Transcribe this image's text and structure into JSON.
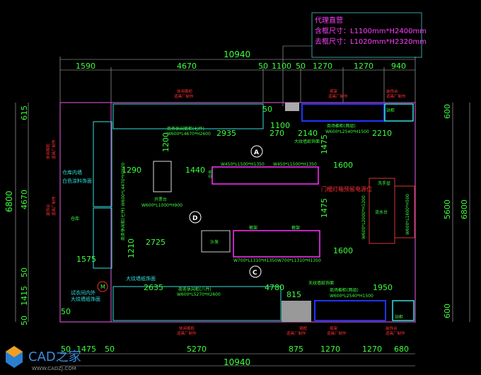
{
  "title_box": {
    "line1": "代理直营",
    "line2": "含框尺寸：L1100mm*H2400mm",
    "line3": "去框尺寸：L1020mm*H2320mm"
  },
  "top_dims": {
    "total": "10940",
    "segments": [
      "1590",
      "4670",
      "50",
      "1100",
      "50",
      "1270",
      "1270",
      "940"
    ]
  },
  "bottom_dims": {
    "total": "10940",
    "segments": [
      "50",
      "1475",
      "50",
      "5270",
      "875",
      "1270",
      "1270",
      "680"
    ]
  },
  "left_dims": {
    "total": "6800",
    "segments": [
      "615",
      "4670",
      "50",
      "1415",
      "50"
    ]
  },
  "right_dims": {
    "top": "600",
    "middle": "5600",
    "total": "6800",
    "bottom": "600"
  },
  "interior_dims": {
    "d1200": "1200",
    "d1290": "1290",
    "d1440": "1440",
    "d2935": "2935",
    "d270": "270",
    "d2140": "2140",
    "d2210": "2210",
    "d1475a": "1475",
    "d1475b": "1475",
    "d1600a": "1600",
    "d1600b": "1600",
    "d2725": "2725",
    "d1210": "1210",
    "d1575": "1575",
    "d2635": "2635",
    "d4780": "4780",
    "d1950": "1950",
    "d815": "815",
    "d1100": "1100",
    "d50a": "50",
    "d50b": "50"
  },
  "labels": {
    "top_cabinet": "商务休闲裤柜(七件)",
    "top_cabinet_size": "W600*L4670*H2600",
    "mall_cabinet_top": "商场橱柜(两组)",
    "mall_cabinet_top_size": "W600*L2540*H1500",
    "wallpaper_top": "大纹墙纸饰面",
    "island_size_1": "W450*L1500*H1350",
    "island_size_2": "W450*L1500*H1350",
    "island": "中岛",
    "cashier": "开票台",
    "cashier_size": "W600*L1000*H900",
    "lightbox": "门楣灯箱预留电源位",
    "wash_basin": "洗手盆",
    "water_counter": "流水台",
    "water_counter_size": "W600*L2000*H1200",
    "right_side_size": "W600*L1600*H500",
    "sofa": "沙发",
    "rack_1": "裤架",
    "rack_2": "裤架",
    "rack_size_1": "W700*L1310*H1350",
    "rack_size_2": "W700*L1310*H1350",
    "bottom_cabinet": "商务休闲柜(八件)",
    "bottom_cabinet_size": "W600*L5270*H2600",
    "wallpaper_mid": "大纹墙纸饰面",
    "wallpaper_bottom": "天纹墙纸饰面",
    "mall_cabinet_bottom": "商场橱柜(两组)",
    "mall_cabinet_bottom_size": "W600*L2540*H1500",
    "fitting_room": "试衣间内外",
    "fitting_room_2": "大纹墙纸饰面",
    "storage_wall_1": "仓库内墙",
    "storage_wall_2": "白色涂料饰面",
    "storage": "仓库",
    "left_cabinet": "商务休闲柜(七件) W600*L4470*H2600",
    "stand_top": "站柜",
    "stand_bottom": "站柜",
    "marker_a": "A",
    "marker_c": "C",
    "marker_d": "D",
    "marker_m": "M"
  },
  "notes": {
    "n1a": "休闲裤柜",
    "n1b": "道具厂制作",
    "n2a": "裤架",
    "n2b": "道具厂制作",
    "n3a": "装饰台",
    "n3b": "道具厂制作",
    "n4a": "休闲裤柜",
    "n4b": "道具厂制作",
    "n5a": "镜框",
    "n5b": "道具厂制作",
    "n6a": "裤架",
    "n6b": "道具厂制作",
    "n7a": "装饰台",
    "n7b": "道具厂制作",
    "n8a": "休闲裤柜",
    "n8b": "道具厂制作",
    "n9a": "装饰台",
    "n9b": "道具厂制作"
  },
  "watermark": {
    "brand": "CAD之家",
    "url": "WWW.CADZJ.COM"
  },
  "colors": {
    "dimension": "#3cff3c",
    "wall": "#c050c0",
    "fixture": "#ff33ff",
    "note": "#ff3030",
    "cabinet": "#2233ff"
  }
}
